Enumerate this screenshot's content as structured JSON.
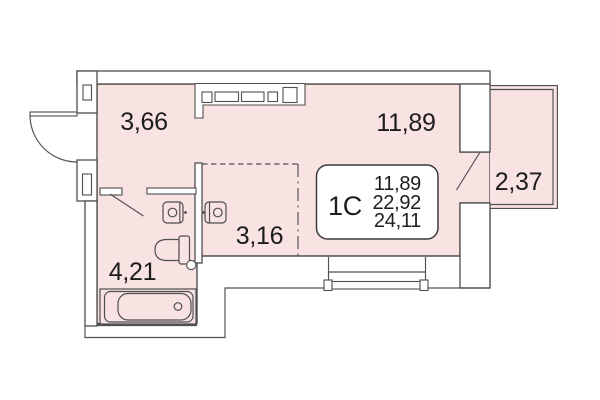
{
  "colors": {
    "bg": "#ffffff",
    "room_fill": "#f8e2e2",
    "wall_fill": "#ffffff",
    "line": "#4f4f4f",
    "box_border": "#3a3a3a",
    "text_color": "#1d1d1d"
  },
  "rooms": {
    "hallway": "3,66",
    "living_room": "11,89",
    "balcony": "2,37",
    "kitchen_niche": "3,16",
    "bathroom": "4,21"
  },
  "info_box": {
    "unit_type": "1С",
    "living_area": "11,89",
    "area": "22,92",
    "total_area": "24,11"
  }
}
